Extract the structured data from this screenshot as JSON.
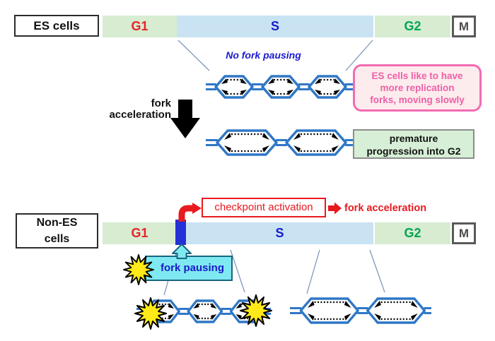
{
  "es_section": {
    "label": "ES cells",
    "bar": {
      "g1": "G1",
      "s": "S",
      "g2": "G2",
      "m": "M"
    },
    "no_fork_pausing": "No fork pausing",
    "fork_acceleration": {
      "line1": "fork",
      "line2": "acceleration"
    },
    "pink_note": {
      "line1": "ES cells like to have",
      "line2": "more replication",
      "line3": "forks, moving slowly"
    },
    "green_note": {
      "line1": "premature",
      "line2": "progression into G2"
    }
  },
  "non_es_section": {
    "label": {
      "line1": "Non-ES",
      "line2": "cells"
    },
    "bar": {
      "g1": "G1",
      "s": "S",
      "g2": "G2",
      "m": "M"
    },
    "checkpoint_activation": "checkpoint activation",
    "fork_acceleration": "fork acceleration",
    "fork_pausing": "fork pausing"
  },
  "colors": {
    "phase_green": "#d7ecd1",
    "phase_blue": "#c9e3f3",
    "g1_text_red": "#e8232a",
    "s_text_blue": "#1a1acc",
    "g2_text_green": "#00a651",
    "m_text_gray": "#4d4d4d",
    "dna_blue": "#2f77c6",
    "accent_red": "#e8191f",
    "pink_border": "#f26bb2",
    "pink_bg": "#fdeced",
    "pink_text": "#ee5fa8",
    "green_note_bg": "#d6efd6",
    "cyan_bg": "#7fe9f1",
    "checkpoint_marker_blue": "#2331d6",
    "starburst_yellow": "#ffe919"
  }
}
